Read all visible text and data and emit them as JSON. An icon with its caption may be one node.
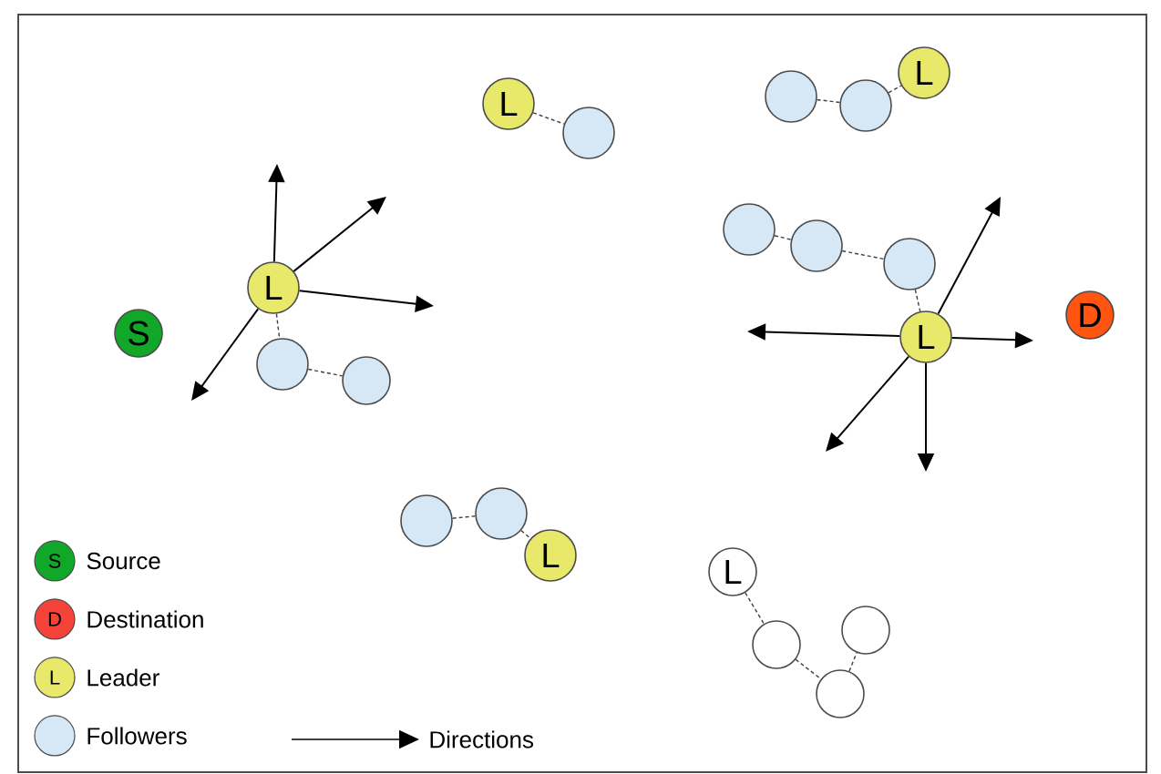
{
  "diagram": {
    "nodes": [
      {
        "text": [
          "S"
        ]
      },
      {
        "text": [
          "L"
        ]
      },
      {
        "text": [],
        "shape": "circle"
      },
      {
        "text": [],
        "shape": "circle"
      },
      {
        "text": [
          "L"
        ]
      },
      {
        "text": [],
        "shape": "circle"
      },
      {
        "text": [],
        "shape": "circle"
      },
      {
        "text": [],
        "shape": "circle"
      },
      {
        "text": [
          "L"
        ]
      },
      {
        "text": [],
        "shape": "circle"
      },
      {
        "text": [],
        "shape": "circle"
      },
      {
        "text": [],
        "shape": "circle"
      },
      {
        "text": [
          "L"
        ]
      },
      {
        "text": [
          "D"
        ]
      },
      {
        "text": [],
        "shape": "circle"
      },
      {
        "text": [],
        "shape": "circle"
      },
      {
        "text": [
          "L"
        ]
      },
      {
        "text": [
          "L"
        ]
      },
      {
        "text": [],
        "shape": "circle"
      },
      {
        "text": [],
        "shape": "circle"
      },
      {
        "text": [],
        "shape": "circle"
      }
    ],
    "edges": [
      {
        "from": 1,
        "to": 2,
        "arrow": "none",
        "style": "dashed"
      },
      {
        "from": 2,
        "to": 3,
        "arrow": "none",
        "style": "dashed"
      },
      {
        "from": 4,
        "to": 5,
        "arrow": "none",
        "style": "dashed"
      },
      {
        "from": 6,
        "to": 7,
        "arrow": "none",
        "style": "dashed"
      },
      {
        "from": 7,
        "to": 8,
        "arrow": "none",
        "style": "dashed"
      },
      {
        "from": 9,
        "to": 10,
        "arrow": "none",
        "style": "dashed"
      },
      {
        "from": 10,
        "to": 11,
        "arrow": "none",
        "style": "dashed"
      },
      {
        "from": 11,
        "to": 12,
        "arrow": "none",
        "style": "dashed"
      },
      {
        "from": 14,
        "to": 15,
        "arrow": "none",
        "style": "dashed"
      },
      {
        "from": 15,
        "to": 16,
        "arrow": "none",
        "style": "dashed"
      },
      {
        "from": 17,
        "to": 18,
        "arrow": "none",
        "style": "dashed"
      },
      {
        "from": 18,
        "to": 20,
        "arrow": "none",
        "style": "dashed"
      },
      {
        "from": 20,
        "to": 19,
        "arrow": "none",
        "style": "dashed"
      }
    ],
    "labels": [
      "S",
      "D",
      "L"
    ],
    "legend": [
      {
        "text": "Source",
        "color": "#11a82a"
      },
      {
        "text": "Destination",
        "color": "#f5433a"
      },
      {
        "text": "Leader",
        "color": "#e8e86a"
      },
      {
        "text": "Followers",
        "color": "#d6e8f5"
      },
      {
        "text": "Directions"
      }
    ]
  }
}
